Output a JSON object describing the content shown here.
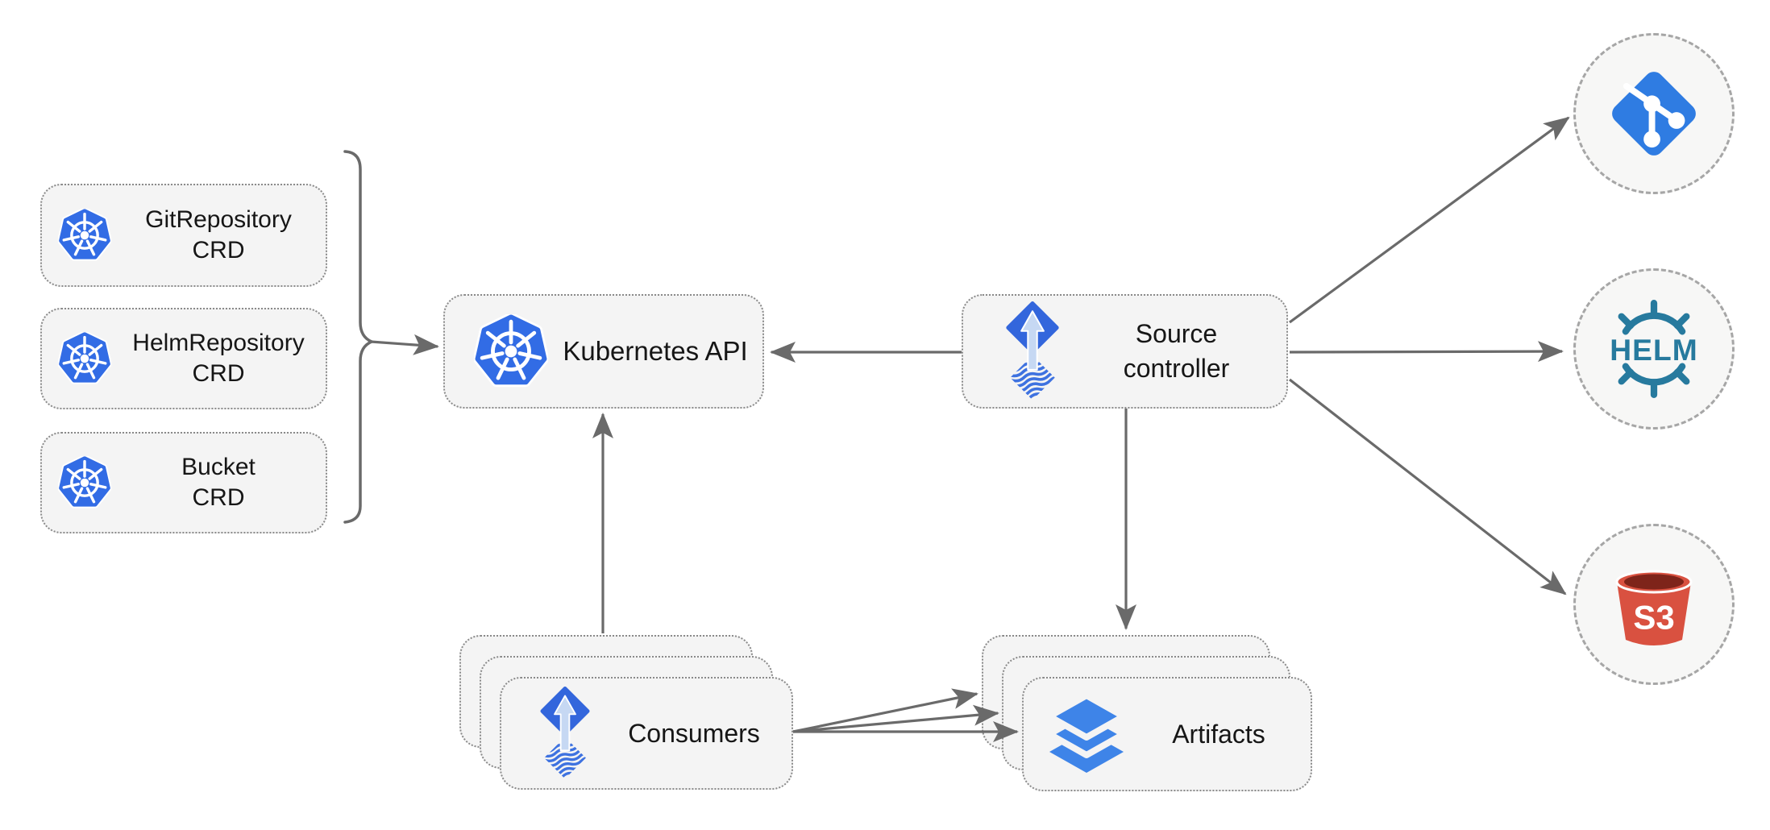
{
  "diagram": {
    "type": "architecture-diagram",
    "nodes": {
      "gitrepository_crd": {
        "line1": "GitRepository",
        "line2": "CRD",
        "icon": "kubernetes-icon"
      },
      "helmrepository_crd": {
        "line1": "HelmRepository",
        "line2": "CRD",
        "icon": "kubernetes-icon"
      },
      "bucket_crd": {
        "line1": "Bucket",
        "line2": "CRD",
        "icon": "kubernetes-icon"
      },
      "kubernetes_api": {
        "label": "Kubernetes API",
        "icon": "kubernetes-icon"
      },
      "source_controller": {
        "line1": "Source",
        "line2": "controller",
        "icon": "flux-icon"
      },
      "consumers": {
        "label": "Consumers",
        "icon": "flux-icon",
        "stack_count": 3
      },
      "artifacts": {
        "label": "Artifacts",
        "icon": "layers-icon",
        "stack_count": 3
      },
      "git_remote": {
        "icon": "git-icon"
      },
      "helm_remote": {
        "icon": "helm-icon",
        "text": "HELM"
      },
      "s3_remote": {
        "icon": "s3-bucket-icon",
        "text": "S3"
      }
    },
    "edges": [
      {
        "from": "crd_group",
        "to": "kubernetes_api",
        "arrow": "to"
      },
      {
        "from": "source_controller",
        "to": "kubernetes_api",
        "arrow": "to"
      },
      {
        "from": "consumers",
        "to": "kubernetes_api",
        "arrow": "to"
      },
      {
        "from": "source_controller",
        "to": "artifacts",
        "arrow": "to"
      },
      {
        "from": "source_controller",
        "to": "git_remote",
        "arrow": "to"
      },
      {
        "from": "source_controller",
        "to": "helm_remote",
        "arrow": "to"
      },
      {
        "from": "source_controller",
        "to": "s3_remote",
        "arrow": "to"
      },
      {
        "from": "consumers",
        "to": "artifacts",
        "arrow": "to",
        "count": 3
      }
    ],
    "colors": {
      "kubernetes_blue": "#326CE5",
      "flux_blue": "#3366DC",
      "flux_arrow_light": "#C6D8F3",
      "flux_wave_blue": "#3E72E0",
      "layers_blue": "#3E84E8",
      "git_blue": "#2F7CE2",
      "helm_teal": "#277A9E",
      "s3_red": "#D95140",
      "s3_dark_red": "#7E241A",
      "arrow_gray": "#6A6A6A",
      "box_fill": "#F4F4F4",
      "circle_fill": "#F7F7F6",
      "box_border": "#8A8A8A",
      "circle_border": "#A6A6A6",
      "text_color": "#161616"
    }
  }
}
